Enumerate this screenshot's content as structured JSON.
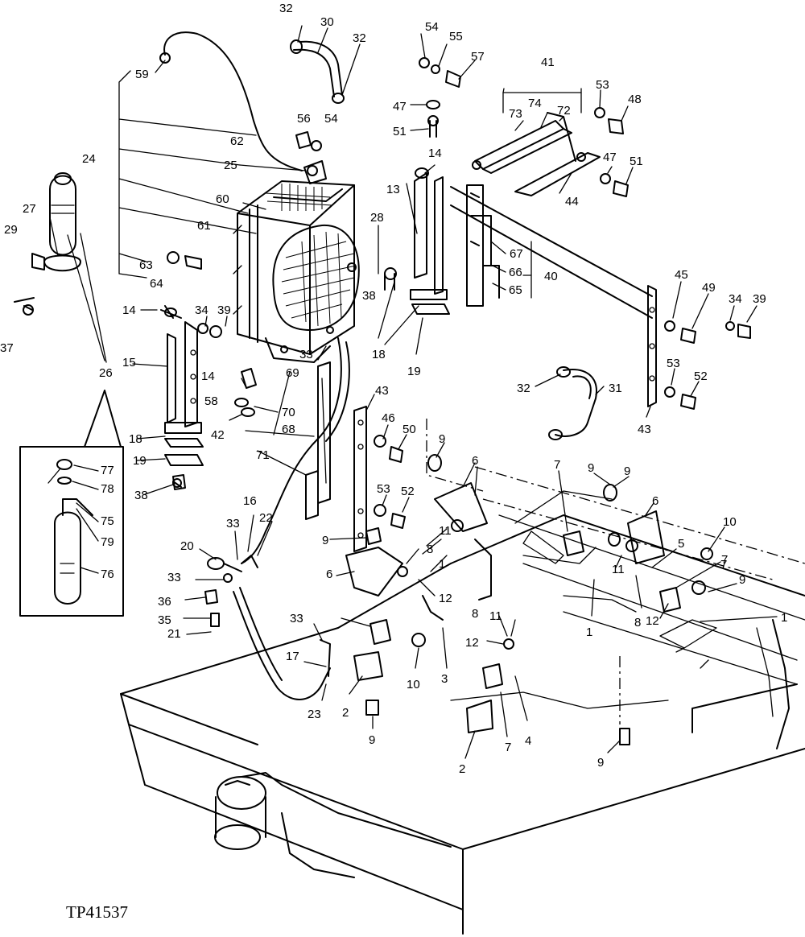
{
  "diagram_code": "TP41537",
  "callouts": [
    {
      "id": "c1",
      "text": "32"
    },
    {
      "id": "c2",
      "text": "30"
    },
    {
      "id": "c3",
      "text": "32"
    },
    {
      "id": "c4",
      "text": "59"
    },
    {
      "id": "c5",
      "text": "54"
    },
    {
      "id": "c6",
      "text": "55"
    },
    {
      "id": "c7",
      "text": "57"
    },
    {
      "id": "c8",
      "text": "41"
    },
    {
      "id": "c9",
      "text": "53"
    },
    {
      "id": "c10",
      "text": "48"
    },
    {
      "id": "c11",
      "text": "73"
    },
    {
      "id": "c12",
      "text": "74"
    },
    {
      "id": "c13",
      "text": "72"
    },
    {
      "id": "c14",
      "text": "47"
    },
    {
      "id": "c15",
      "text": "51"
    },
    {
      "id": "c16",
      "text": "56"
    },
    {
      "id": "c17",
      "text": "54"
    },
    {
      "id": "c18",
      "text": "62"
    },
    {
      "id": "c19",
      "text": "25"
    },
    {
      "id": "c20",
      "text": "24"
    },
    {
      "id": "c21",
      "text": "14"
    },
    {
      "id": "c22",
      "text": "13"
    },
    {
      "id": "c23",
      "text": "60"
    },
    {
      "id": "c24",
      "text": "47"
    },
    {
      "id": "c25",
      "text": "51"
    },
    {
      "id": "c26",
      "text": "44"
    },
    {
      "id": "c27",
      "text": "61"
    },
    {
      "id": "c28",
      "text": "28"
    },
    {
      "id": "c29",
      "text": "27"
    },
    {
      "id": "c30",
      "text": "29"
    },
    {
      "id": "c31",
      "text": "63"
    },
    {
      "id": "c32",
      "text": "64"
    },
    {
      "id": "c33",
      "text": "67"
    },
    {
      "id": "c34",
      "text": "66"
    },
    {
      "id": "c35",
      "text": "40"
    },
    {
      "id": "c36",
      "text": "65"
    },
    {
      "id": "c37",
      "text": "38"
    },
    {
      "id": "c38",
      "text": "45"
    },
    {
      "id": "c39",
      "text": "49"
    },
    {
      "id": "c40",
      "text": "34"
    },
    {
      "id": "c41",
      "text": "39"
    },
    {
      "id": "c42",
      "text": "14"
    },
    {
      "id": "c43",
      "text": "34"
    },
    {
      "id": "c44",
      "text": "39"
    },
    {
      "id": "c45",
      "text": "37"
    },
    {
      "id": "c46",
      "text": "15"
    },
    {
      "id": "c47",
      "text": "33"
    },
    {
      "id": "c48",
      "text": "18"
    },
    {
      "id": "c49",
      "text": "19"
    },
    {
      "id": "c50",
      "text": "53"
    },
    {
      "id": "c51",
      "text": "52"
    },
    {
      "id": "c52",
      "text": "26"
    },
    {
      "id": "c53",
      "text": "14"
    },
    {
      "id": "c54",
      "text": "69"
    },
    {
      "id": "c55",
      "text": "32"
    },
    {
      "id": "c56",
      "text": "31"
    },
    {
      "id": "c57",
      "text": "58"
    },
    {
      "id": "c58",
      "text": "70"
    },
    {
      "id": "c59",
      "text": "43"
    },
    {
      "id": "c60",
      "text": "42"
    },
    {
      "id": "c61",
      "text": "68"
    },
    {
      "id": "c62",
      "text": "46"
    },
    {
      "id": "c63",
      "text": "43"
    },
    {
      "id": "c64",
      "text": "50"
    },
    {
      "id": "c65",
      "text": "9"
    },
    {
      "id": "c66",
      "text": "18"
    },
    {
      "id": "c67",
      "text": "71"
    },
    {
      "id": "c68",
      "text": "6"
    },
    {
      "id": "c69",
      "text": "7"
    },
    {
      "id": "c70",
      "text": "9"
    },
    {
      "id": "c71",
      "text": "9"
    },
    {
      "id": "c72",
      "text": "19"
    },
    {
      "id": "c73",
      "text": "77"
    },
    {
      "id": "c74",
      "text": "78"
    },
    {
      "id": "c75",
      "text": "38"
    },
    {
      "id": "c76",
      "text": "53"
    },
    {
      "id": "c77",
      "text": "52"
    },
    {
      "id": "c78",
      "text": "6"
    },
    {
      "id": "c79",
      "text": "16"
    },
    {
      "id": "c80",
      "text": "22"
    },
    {
      "id": "c81",
      "text": "33"
    },
    {
      "id": "c82",
      "text": "10"
    },
    {
      "id": "c83",
      "text": "75"
    },
    {
      "id": "c84",
      "text": "79"
    },
    {
      "id": "c85",
      "text": "20"
    },
    {
      "id": "c86",
      "text": "9"
    },
    {
      "id": "c87",
      "text": "11"
    },
    {
      "id": "c88",
      "text": "8"
    },
    {
      "id": "c89",
      "text": "5"
    },
    {
      "id": "c90",
      "text": "7"
    },
    {
      "id": "c91",
      "text": "6"
    },
    {
      "id": "c92",
      "text": "1"
    },
    {
      "id": "c93",
      "text": "11"
    },
    {
      "id": "c94",
      "text": "76"
    },
    {
      "id": "c95",
      "text": "33"
    },
    {
      "id": "c96",
      "text": "12"
    },
    {
      "id": "c97",
      "text": "9"
    },
    {
      "id": "c98",
      "text": "36"
    },
    {
      "id": "c99",
      "text": "8"
    },
    {
      "id": "c100",
      "text": "12"
    },
    {
      "id": "c101",
      "text": "1"
    },
    {
      "id": "c102",
      "text": "35"
    },
    {
      "id": "c103",
      "text": "7"
    },
    {
      "id": "c104",
      "text": "1"
    },
    {
      "id": "c105",
      "text": "21"
    },
    {
      "id": "c106",
      "text": "8"
    },
    {
      "id": "c107",
      "text": "11"
    },
    {
      "id": "c108",
      "text": "33"
    },
    {
      "id": "c109",
      "text": "12"
    },
    {
      "id": "c110",
      "text": "17"
    },
    {
      "id": "c111",
      "text": "10"
    },
    {
      "id": "c112",
      "text": "3"
    },
    {
      "id": "c113",
      "text": "4"
    },
    {
      "id": "c114",
      "text": "23"
    },
    {
      "id": "c115",
      "text": "2"
    },
    {
      "id": "c116",
      "text": "7"
    },
    {
      "id": "c117",
      "text": "9"
    },
    {
      "id": "c118",
      "text": "2"
    },
    {
      "id": "c119",
      "text": "9"
    }
  ]
}
